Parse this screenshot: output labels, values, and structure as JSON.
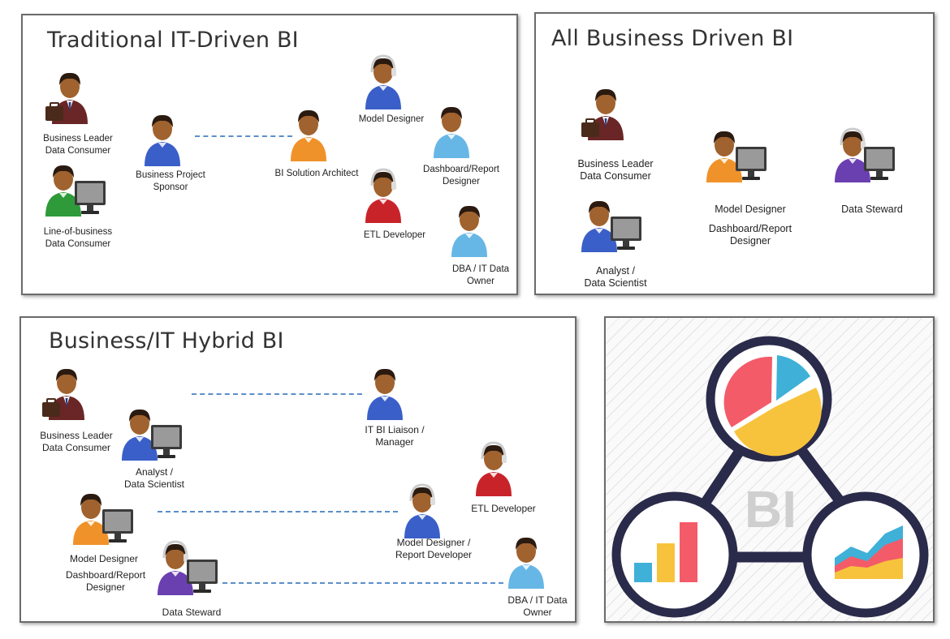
{
  "panels": {
    "traditional": {
      "title": "Traditional IT-Driven BI",
      "labels": {
        "business_leader": [
          "Business Leader",
          "Data Consumer"
        ],
        "line_of_business": [
          "Line-of-business",
          "Data Consumer"
        ],
        "project_sponsor": [
          "Business Project",
          "Sponsor"
        ],
        "solution_architect": [
          "BI Solution Architect"
        ],
        "model_designer": [
          "Model Designer"
        ],
        "dashboard_designer": [
          "Dashboard/Report",
          "Designer"
        ],
        "etl_developer": [
          "ETL Developer"
        ],
        "dba": [
          "DBA / IT Data",
          "Owner"
        ]
      }
    },
    "business": {
      "title": "All Business Driven BI",
      "labels": {
        "business_leader": [
          "Business Leader",
          "Data Consumer"
        ],
        "analyst": [
          "Analyst /",
          "Data Scientist"
        ],
        "model_designer": [
          "Model Designer"
        ],
        "dashboard_designer": [
          "Dashboard/Report",
          "Designer"
        ],
        "data_steward": [
          "Data Steward"
        ]
      }
    },
    "hybrid": {
      "title": "Business/IT Hybrid BI",
      "labels": {
        "business_leader": [
          "Business Leader",
          "Data Consumer"
        ],
        "analyst": [
          "Analyst /",
          "Data Scientist"
        ],
        "liaison": [
          "IT BI Liaison /",
          "Manager"
        ],
        "etl_developer": [
          "ETL Developer"
        ],
        "model_designer": [
          "Model Designer"
        ],
        "dashboard_designer": [
          "Dashboard/Report",
          "Designer"
        ],
        "model_report_dev": [
          "Model Designer /",
          "Report Developer"
        ],
        "data_steward": [
          "Data Steward"
        ],
        "dba": [
          "DBA / IT Data",
          "Owner"
        ]
      }
    },
    "bi_logo": {
      "text": "BI",
      "colors": {
        "ring": "#2a2a4a",
        "pie_red": "#f45b69",
        "pie_yellow": "#f8c33c",
        "pie_blue": "#3fb0d8",
        "bar_blue": "#3fb0d8",
        "bar_yellow": "#f8c33c",
        "bar_red": "#f45b69",
        "letters": "#cfcfcf"
      }
    }
  },
  "colors": {
    "dash_line": "#5b8fc9",
    "shirt_red": "#c9232a",
    "shirt_blue": "#3a5fc8",
    "shirt_orange": "#f0922a",
    "shirt_lightblue": "#67b7e6",
    "shirt_purple": "#6a3fb0",
    "shirt_green": "#2e9a3a",
    "suit_maroon": "#6a2626"
  }
}
